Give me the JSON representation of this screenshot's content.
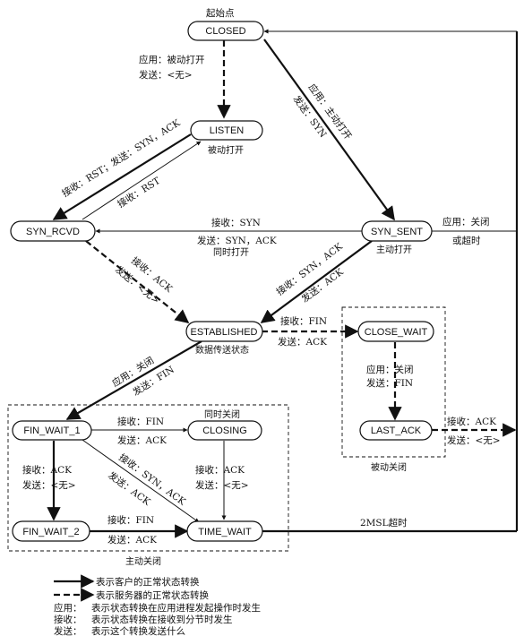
{
  "states": {
    "closed": "CLOSED",
    "listen": "LISTEN",
    "syn_rcvd": "SYN_RCVD",
    "syn_sent": "SYN_SENT",
    "established": "ESTABLISHED",
    "close_wait": "CLOSE_WAIT",
    "last_ack": "LAST_ACK",
    "fin_wait_1": "FIN_WAIT_1",
    "closing": "CLOSING",
    "fin_wait_2": "FIN_WAIT_2",
    "time_wait": "TIME_WAIT"
  },
  "notes": {
    "start_point": "起始点",
    "passive_open": "被动打开",
    "active_open": "主动打开",
    "simultaneous_open": "同时打开",
    "data_transfer": "数据传送状态",
    "simultaneous_close": "同时关闭",
    "passive_close": "被动关闭",
    "active_close": "主动关闭"
  },
  "labels": {
    "closed_listen_1": "应用：被动打开",
    "closed_listen_2": "发送：<无>",
    "closed_synsent_1": "应用：主动打开",
    "closed_synsent_2": "发送：SYN",
    "listen_synrcvd_1": "接收：RST；发送：SYN，ACK",
    "synrcvd_listen": "接收：RST",
    "synsent_synrcvd_1": "接收：SYN",
    "synsent_synrcvd_2": "发送：SYN，ACK",
    "synsent_closed_1": "应用：关闭",
    "synsent_closed_2": "或超时",
    "synrcvd_est_1": "接收：ACK",
    "synrcvd_est_2": "发送：<无>",
    "synsent_est_1": "接收：SYN，ACK",
    "synsent_est_2": "发送：ACK",
    "est_closewait_1": "接收：FIN",
    "est_closewait_2": "发送：ACK",
    "closewait_lastack_1": "应用：关闭",
    "closewait_lastack_2": "发送：FIN",
    "lastack_closed_1": "接收：ACK",
    "lastack_closed_2": "发送：<无>",
    "est_finwait1_1": "应用：关闭",
    "est_finwait1_2": "发送：FIN",
    "finwait1_closing_1": "接收：FIN",
    "finwait1_closing_2": "发送：ACK",
    "finwait1_finwait2_1": "接收：ACK",
    "finwait1_finwait2_2": "发送：<无>",
    "finwait1_timewait_1": "接收：SYN，ACK",
    "finwait1_timewait_2": "发送：ACK",
    "closing_timewait_1": "接收：ACK",
    "closing_timewait_2": "发送：<无>",
    "finwait2_timewait_1": "接收：FIN",
    "finwait2_timewait_2": "发送：ACK",
    "timewait_closed": "2MSL超时"
  },
  "legend": {
    "client_line": "表示客户的正常状态转换",
    "server_line": "表示服务器的正常状态转换",
    "app_key": "应用：",
    "app_desc": "表示状态转换在应用进程发起操作时发生",
    "recv_key": "接收：",
    "recv_desc": "表示状态转换在接收到分节时发生",
    "send_key": "发送：",
    "send_desc": "表示这个转换发送什么"
  }
}
